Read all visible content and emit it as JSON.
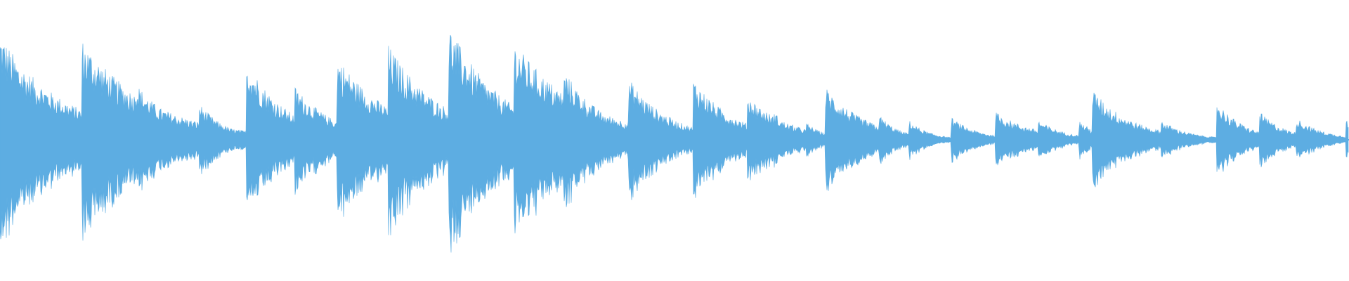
{
  "waveform": {
    "color": "#5dade2",
    "background": "#ffffff",
    "onsets": [
      {
        "position": 0.0,
        "amplitude": 0.78,
        "decay": 0.04
      },
      {
        "position": 0.014,
        "amplitude": 0.55,
        "decay": 0.05
      },
      {
        "position": 0.032,
        "amplitude": 0.1,
        "decay": 0.02
      },
      {
        "position": 0.051,
        "amplitude": 0.14,
        "decay": 0.015
      },
      {
        "position": 0.061,
        "amplitude": 0.72,
        "decay": 0.05
      },
      {
        "position": 0.1,
        "amplitude": 0.42,
        "decay": 0.03
      },
      {
        "position": 0.148,
        "amplitude": 0.26,
        "decay": 0.02
      },
      {
        "position": 0.183,
        "amplitude": 0.58,
        "decay": 0.03
      },
      {
        "position": 0.219,
        "amplitude": 0.38,
        "decay": 0.03
      },
      {
        "position": 0.25,
        "amplitude": 0.6,
        "decay": 0.04
      },
      {
        "position": 0.288,
        "amplitude": 0.68,
        "decay": 0.04
      },
      {
        "position": 0.308,
        "amplitude": 0.28,
        "decay": 0.02
      },
      {
        "position": 0.325,
        "amplitude": 0.28,
        "decay": 0.02
      },
      {
        "position": 0.333,
        "amplitude": 0.82,
        "decay": 0.04
      },
      {
        "position": 0.381,
        "amplitude": 0.7,
        "decay": 0.05
      },
      {
        "position": 0.418,
        "amplitude": 0.5,
        "decay": 0.03
      },
      {
        "position": 0.446,
        "amplitude": 0.18,
        "decay": 0.015
      },
      {
        "position": 0.466,
        "amplitude": 0.44,
        "decay": 0.03
      },
      {
        "position": 0.514,
        "amplitude": 0.44,
        "decay": 0.03
      },
      {
        "position": 0.554,
        "amplitude": 0.32,
        "decay": 0.03
      },
      {
        "position": 0.574,
        "amplitude": 0.2,
        "decay": 0.015
      },
      {
        "position": 0.598,
        "amplitude": 0.12,
        "decay": 0.015
      },
      {
        "position": 0.612,
        "amplitude": 0.38,
        "decay": 0.03
      },
      {
        "position": 0.652,
        "amplitude": 0.18,
        "decay": 0.015
      },
      {
        "position": 0.674,
        "amplitude": 0.14,
        "decay": 0.015
      },
      {
        "position": 0.705,
        "amplitude": 0.16,
        "decay": 0.02
      },
      {
        "position": 0.738,
        "amplitude": 0.2,
        "decay": 0.03
      },
      {
        "position": 0.77,
        "amplitude": 0.14,
        "decay": 0.02
      },
      {
        "position": 0.8,
        "amplitude": 0.14,
        "decay": 0.015
      },
      {
        "position": 0.81,
        "amplitude": 0.36,
        "decay": 0.03
      },
      {
        "position": 0.836,
        "amplitude": 0.16,
        "decay": 0.02
      },
      {
        "position": 0.861,
        "amplitude": 0.14,
        "decay": 0.02
      },
      {
        "position": 0.902,
        "amplitude": 0.28,
        "decay": 0.02
      },
      {
        "position": 0.934,
        "amplitude": 0.2,
        "decay": 0.02
      },
      {
        "position": 0.961,
        "amplitude": 0.16,
        "decay": 0.02
      },
      {
        "position": 0.998,
        "amplitude": 0.16,
        "decay": 0.004
      }
    ]
  }
}
